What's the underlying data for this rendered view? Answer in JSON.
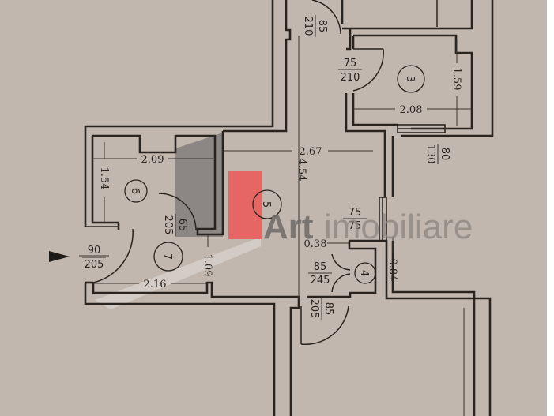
{
  "plan": {
    "background_color": "#c2b7ae",
    "entrance_arrow": "entrance-arrow-icon",
    "rooms": [
      {
        "id": "3",
        "label": "3",
        "dims": {
          "width": "2.08",
          "depth": "1.59"
        }
      },
      {
        "id": "4",
        "label": "4",
        "dims": {
          "width": "0.38",
          "depth": "0.84"
        }
      },
      {
        "id": "5",
        "label": "5",
        "dims": {
          "width": "2.67",
          "depth": "4.54"
        }
      },
      {
        "id": "6",
        "label": "6",
        "dims": {
          "width": "2.09",
          "depth": "1.54"
        }
      },
      {
        "id": "7",
        "label": "7",
        "dims": {
          "width": "2.16",
          "depth": "1.09"
        }
      }
    ],
    "dimensions": {
      "d_267": "2.67",
      "d_454": "4.54",
      "d_208": "2.08",
      "d_159": "1.59",
      "d_209": "2.09",
      "d_154": "1.54",
      "d_216": "2.16",
      "d_109": "1.09",
      "d_038": "0.38",
      "d_084": "0.84"
    },
    "doors": [
      {
        "id": "door-top",
        "width": "85",
        "height": "210"
      },
      {
        "id": "door-room3",
        "width": "75",
        "height": "210"
      },
      {
        "id": "window-room3",
        "width": "80",
        "height": "130"
      },
      {
        "id": "door-room6",
        "width": "65",
        "height": "205"
      },
      {
        "id": "door-entrance",
        "width": "90",
        "height": "205"
      },
      {
        "id": "opening-hall",
        "width": "75",
        "height": "75"
      },
      {
        "id": "door-room4",
        "width": "85",
        "height": "245"
      },
      {
        "id": "door-bottom",
        "width": "85",
        "height": "205"
      }
    ]
  },
  "watermark": {
    "brand": "Art",
    "suffix": "imobiliare",
    "accent_color": "#e8615f",
    "grey_color": "#707070"
  }
}
